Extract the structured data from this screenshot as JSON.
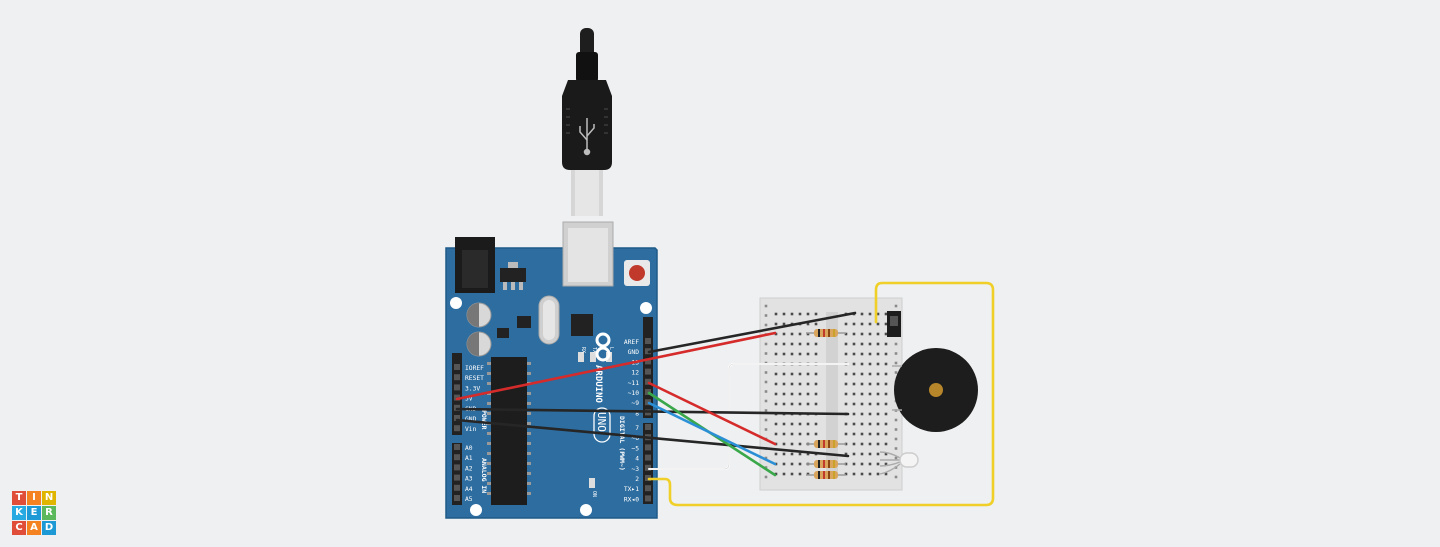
{
  "colors": {
    "background": "#eef0f2",
    "board": "#2d6da0",
    "board_edge": "#1f5a88",
    "wire_red": "#d62b2b",
    "wire_black": "#262626",
    "wire_blue": "#2b8fd6",
    "wire_green": "#3aa84a",
    "wire_yellow": "#f0d028",
    "wire_white": "#ffffff",
    "logo_colors": [
      "#e04e39",
      "#f58220",
      "#e0b500",
      "#27a9e1",
      "#1d9ad6",
      "#5cb85c",
      "#e04e39",
      "#f58220",
      "#1d9ad6"
    ]
  },
  "board": {
    "brand": "ARDUINO",
    "model": "UNO",
    "digital_label": "DIGITAL (PWM~)",
    "power_label": "POWER",
    "analog_label": "ANALOG IN",
    "on_label": "ON",
    "led_l": "L",
    "led_tx": "TX",
    "led_rx": "RX",
    "digital_pins_top": [
      "AREF",
      "GND",
      "13",
      "12",
      "~11",
      "~10",
      "~9",
      "8"
    ],
    "digital_pins_bottom": [
      "7",
      "~6",
      "~5",
      "4",
      "~3",
      "2",
      "TX▸1",
      "RX◂0"
    ],
    "power_pins": [
      "IOREF",
      "RESET",
      "3.3V",
      "5V",
      "GND",
      "GND",
      "Vin"
    ],
    "analog_pins": [
      "A0",
      "A1",
      "A2",
      "A3",
      "A4",
      "A5"
    ]
  },
  "logo": {
    "letters": [
      "T",
      "I",
      "N",
      "K",
      "E",
      "R",
      "C",
      "A",
      "D"
    ]
  }
}
